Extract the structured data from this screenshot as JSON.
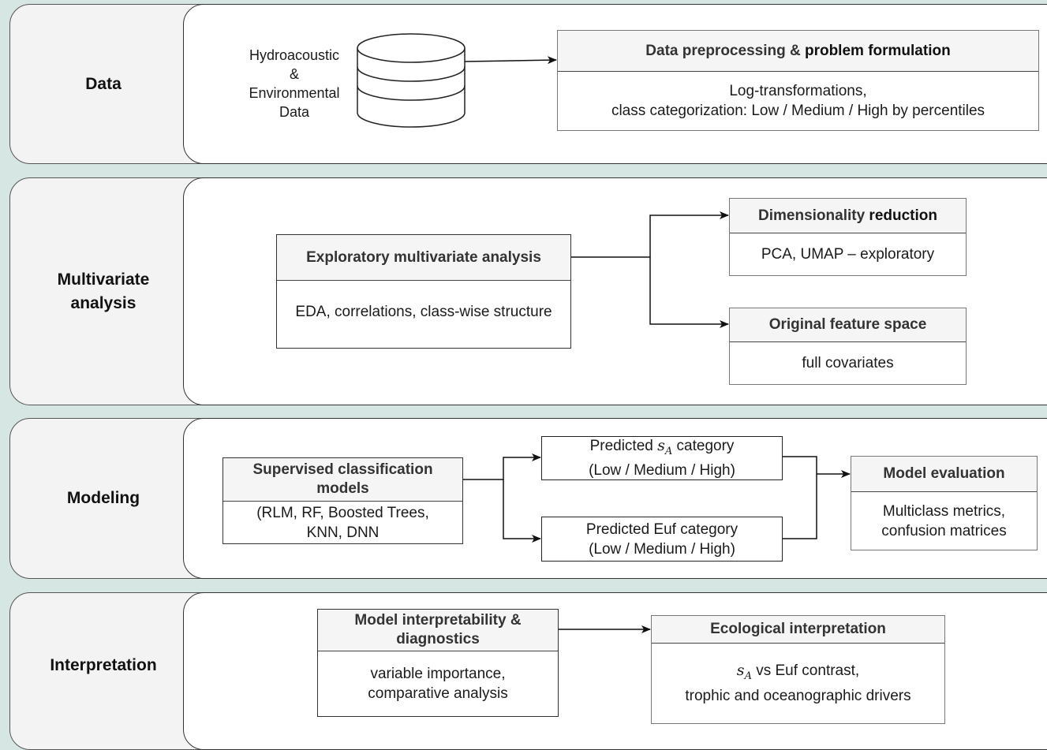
{
  "lanes": {
    "data": {
      "label": "Data"
    },
    "multivariate": {
      "label_line1": "Multivariate",
      "label_line2": "analysis"
    },
    "modeling": {
      "label": "Modeling"
    },
    "interpretation": {
      "label": "Interpretation"
    }
  },
  "data_lane": {
    "source": [
      "Hydroacoustic",
      "&",
      "Environmental",
      "Data"
    ],
    "source_icon": "database-icon",
    "preprocess": {
      "title_part1": "Data preprocessing & ",
      "title_part2": "problem formulation",
      "body_line1": "Log-transformations,",
      "body_line2": "class categorization: Low / Medium / High by percentiles"
    }
  },
  "multivariate_lane": {
    "exploratory": {
      "title": "Exploratory multivariate analysis",
      "body": "EDA, correlations, class-wise structure"
    },
    "dimensionality": {
      "title_part1": "Dimensionality ",
      "title_part2": "reduction",
      "body": "PCA, UMAP – exploratory"
    },
    "original": {
      "title": "Original feature space",
      "body": "full covariates"
    }
  },
  "modeling_lane": {
    "supervised": {
      "title_line1": "Supervised classification",
      "title_line2": "models",
      "body_line1": "(RLM, RF, Boosted Trees,",
      "body_line2": "KNN, DNN"
    },
    "predicted_sa": {
      "line1_prefix": "Predicted ",
      "symbol": "s",
      "subscript": "A",
      "line1_suffix": " category",
      "line2": "(Low / Medium / High)"
    },
    "predicted_euf": {
      "line1": "Predicted Euf category",
      "line2": "(Low / Medium / High)"
    },
    "evaluation": {
      "title": "Model evaluation",
      "body_line1": "Multiclass metrics,",
      "body_line2": "confusion matrices"
    }
  },
  "interpretation_lane": {
    "interpretability": {
      "title_line1": "Model interpretability &",
      "title_line2": "diagnostics",
      "body_line1": "variable importance,",
      "body_line2": "comparative analysis"
    },
    "ecological": {
      "title": "Ecological interpretation",
      "symbol": "s",
      "subscript": "A",
      "body_line1_suffix": " vs Euf contrast,",
      "body_line2": "trophic and oceanographic drivers"
    }
  },
  "colors": {
    "background": "#d6e6e2",
    "lane_fill": "#f3f3f3",
    "header_fill": "#f5f5f5",
    "stroke": "#222222"
  }
}
